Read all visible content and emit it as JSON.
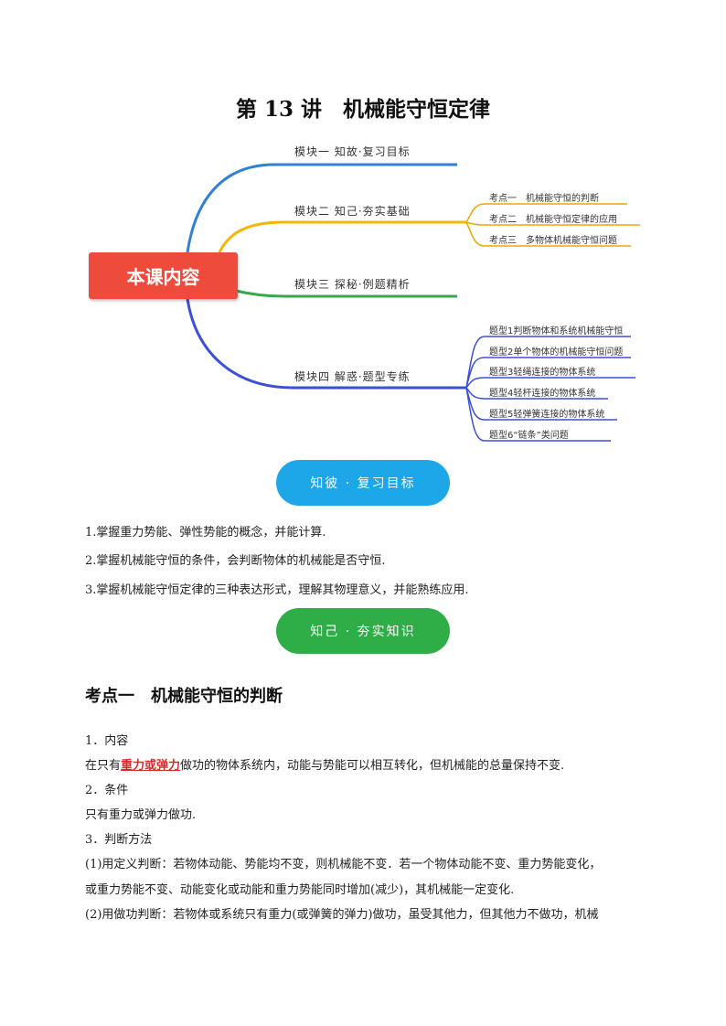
{
  "title": "第 13 讲　机械能守恒定律",
  "mindmap": {
    "root": "本课内容",
    "branches": [
      {
        "label": "模块一  知故·复习目标",
        "leaves": []
      },
      {
        "label": "模块二  知己·夯实基础",
        "leaves": [
          "考点一　机械能守恒的判断",
          "考点二　机械能守恒定律的应用",
          "考点三　多物体机械能守恒问题"
        ]
      },
      {
        "label": "模块三  探秘·例题精析",
        "leaves": []
      },
      {
        "label": "模块四  解惑·题型专练",
        "leaves": [
          "题型1判断物体和系统机械能守恒",
          "题型2单个物体的机械能守恒问题",
          "题型3轻绳连接的物体系统",
          "题型4轻杆连接的物体系统",
          "题型5轻弹簧连接的物体系统",
          "题型6“链条”类问题"
        ]
      }
    ],
    "colors": {
      "branch1": "#2f80d6",
      "branch2": "#f2b705",
      "branch3": "#3aa84a",
      "branch4": "#3b4fd8"
    }
  },
  "section_pills": {
    "review": "知彼 · 复习目标",
    "foundation": "知己 · 夯实知识"
  },
  "goals": [
    "1.掌握重力势能、弹性势能的概念，并能计算.",
    "2.掌握机械能守恒的条件，会判断物体的机械能是否守恒.",
    "3.掌握机械能守恒定律的三种表达形式，理解其物理意义，并能熟练应用."
  ],
  "section1": {
    "heading": "考点一　机械能守恒的判断",
    "content_title": "1．内容",
    "content_pre": "在只有",
    "content_highlight": "重力或弹力",
    "content_post": "做功的物体系统内，动能与势能可以相互转化，但机械能的总量保持不变.",
    "condition_title": "2．条件",
    "condition_text": "只有重力或弹力做功.",
    "method_title": "3．判断方法",
    "method_1a": "(1)用定义判断：若物体动能、势能均不变，则机械能不变．若一个物体动能不变、重力势能变化，",
    "method_1b": "或重力势能不变、动能变化或动能和重力势能同时增加(减少)，其机械能一定变化.",
    "method_2a": "(2)用做功判断：若物体或系统只有重力(或弹簧的弹力)做功，虽受其他力，但其他力不做功，机械"
  }
}
